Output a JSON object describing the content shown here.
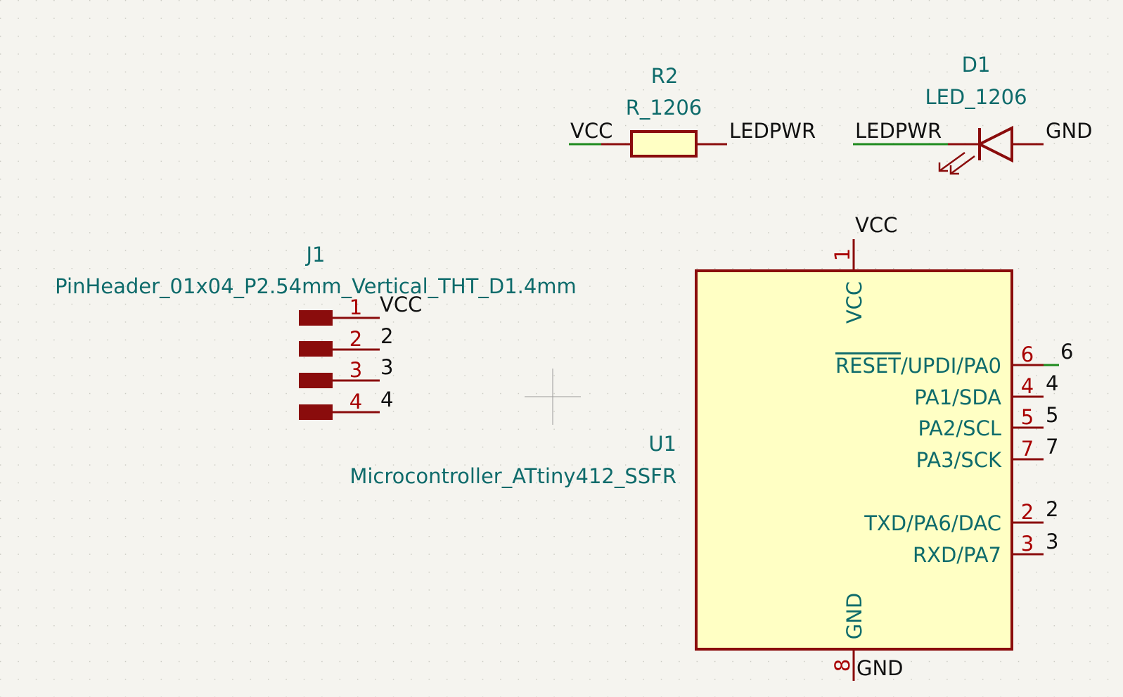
{
  "colors": {
    "background": "#f5f4ef",
    "grid_dot": "#c8c8c0",
    "component_outline": "#8a0c0c",
    "component_fill": "#ffffc4",
    "pin_number": "#a80000",
    "reference_text": "#0e6b6b",
    "net_label": "#111111",
    "wire": "#1e8a1e"
  },
  "r2": {
    "ref": "R2",
    "value": "R_1206",
    "left_net": "VCC",
    "right_net": "LEDPWR"
  },
  "d1": {
    "ref": "D1",
    "value": "LED_1206",
    "left_net": "LEDPWR",
    "right_net": "GND"
  },
  "j1": {
    "ref": "J1",
    "value": "PinHeader_01x04_P2.54mm_Vertical_THT_D1.4mm",
    "pins": [
      {
        "num": "1",
        "net": "VCC"
      },
      {
        "num": "2",
        "net": "2"
      },
      {
        "num": "3",
        "net": "3"
      },
      {
        "num": "4",
        "net": "4"
      }
    ]
  },
  "u1": {
    "ref": "U1",
    "value": "Microcontroller_ATtiny412_SSFR",
    "top_pin": {
      "num": "1",
      "name": "VCC",
      "net": "VCC"
    },
    "bottom_pin": {
      "num": "8",
      "name": "GND",
      "net": "GND"
    },
    "right_pins": [
      {
        "num": "6",
        "name": "RESET/UPDI/PA0",
        "name_overbar": "RESET",
        "name_rest": "/UPDI/PA0",
        "net": "6"
      },
      {
        "num": "4",
        "name": "PA1/SDA",
        "net": "4"
      },
      {
        "num": "5",
        "name": "PA2/SCL",
        "net": "5"
      },
      {
        "num": "7",
        "name": "PA3/SCK",
        "net": "7"
      },
      {
        "num": "2",
        "name": "TXD/PA6/DAC",
        "net": "2"
      },
      {
        "num": "3",
        "name": "RXD/PA7",
        "net": "3"
      }
    ]
  }
}
